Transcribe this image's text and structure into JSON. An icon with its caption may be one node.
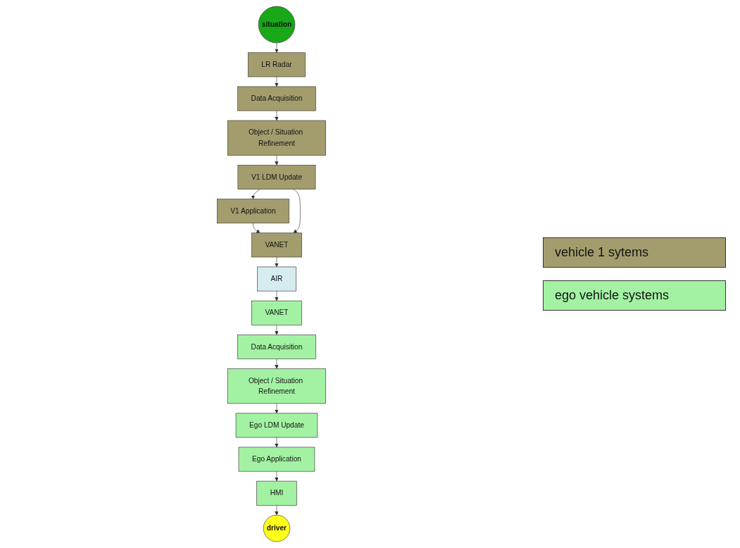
{
  "diagram": {
    "nodes": [
      {
        "text": [
          "situation"
        ]
      },
      {
        "text": [
          "LR Radar"
        ]
      },
      {
        "text": [
          "Data Acquisition"
        ]
      },
      {
        "text": [
          "Object / Situation Refinement"
        ]
      },
      {
        "text": [
          "V1 LDM Update"
        ]
      },
      {
        "text": [
          "V1 Application"
        ]
      },
      {
        "text": [
          "VANET"
        ]
      },
      {
        "text": [
          "AIR"
        ]
      },
      {
        "text": [
          "VANET"
        ]
      },
      {
        "text": [
          "Data Acquisition"
        ]
      },
      {
        "text": [
          "Object / Situation Refinement"
        ]
      },
      {
        "text": [
          "Ego LDM Update"
        ]
      },
      {
        "text": [
          "Ego Application"
        ]
      },
      {
        "text": [
          "HMI"
        ]
      },
      {
        "text": [
          "driver"
        ]
      }
    ],
    "edges": [
      {
        "from": 0,
        "to": 1,
        "arrow": "to"
      },
      {
        "from": 1,
        "to": 2,
        "arrow": "to"
      },
      {
        "from": 2,
        "to": 3,
        "arrow": "to"
      },
      {
        "from": 3,
        "to": 4,
        "arrow": "to"
      },
      {
        "from": 4,
        "to": 5,
        "arrow": "to"
      },
      {
        "from": 5,
        "to": 6,
        "arrow": "to"
      },
      {
        "from": 4,
        "to": 6,
        "arrow": "to"
      },
      {
        "from": 6,
        "to": 7,
        "arrow": "to"
      },
      {
        "from": 7,
        "to": 8,
        "arrow": "to"
      },
      {
        "from": 8,
        "to": 9,
        "arrow": "to"
      },
      {
        "from": 9,
        "to": 10,
        "arrow": "to"
      },
      {
        "from": 10,
        "to": 11,
        "arrow": "to"
      },
      {
        "from": 11,
        "to": 12,
        "arrow": "to"
      },
      {
        "from": 12,
        "to": 13,
        "arrow": "to"
      },
      {
        "from": 13,
        "to": 14,
        "arrow": "to"
      }
    ],
    "legend": [
      {
        "text": "vehicle 1 sytems",
        "color": "#a39d6e"
      },
      {
        "text": "ego vehicle systems",
        "color": "#a3f2a3"
      }
    ]
  }
}
